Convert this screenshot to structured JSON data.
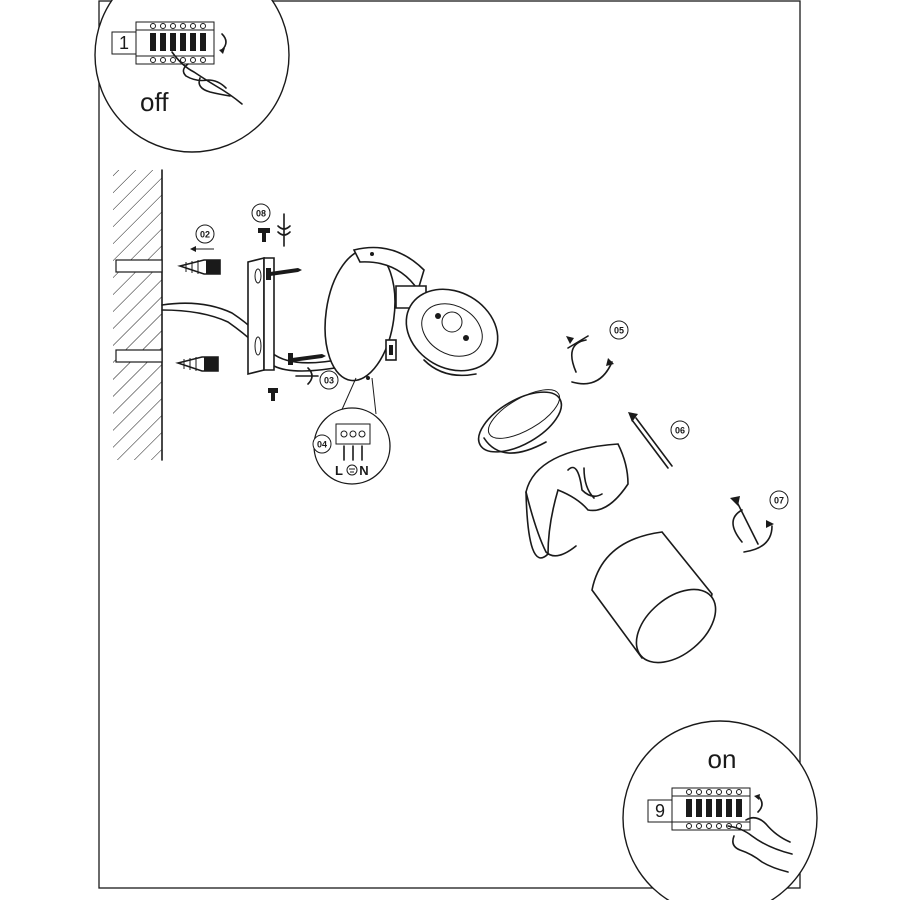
{
  "insets": {
    "top_left": {
      "step_number": "1",
      "state_label": "off"
    },
    "bottom_right": {
      "step_number": "9",
      "state_label": "on"
    }
  },
  "step_tags": {
    "anchor": "02",
    "mount_screw": "03",
    "wiring": "04",
    "shade_rotate": "05",
    "shade_push": "06",
    "shade_lock": "07",
    "set_screw": "08"
  },
  "wiring_labels": {
    "live": "L",
    "neutral": "N"
  },
  "icons": [
    "hand-icon",
    "terminal-block-icon",
    "rotate-arrow-icon",
    "earth-symbol-icon",
    "screwdriver-icon"
  ]
}
